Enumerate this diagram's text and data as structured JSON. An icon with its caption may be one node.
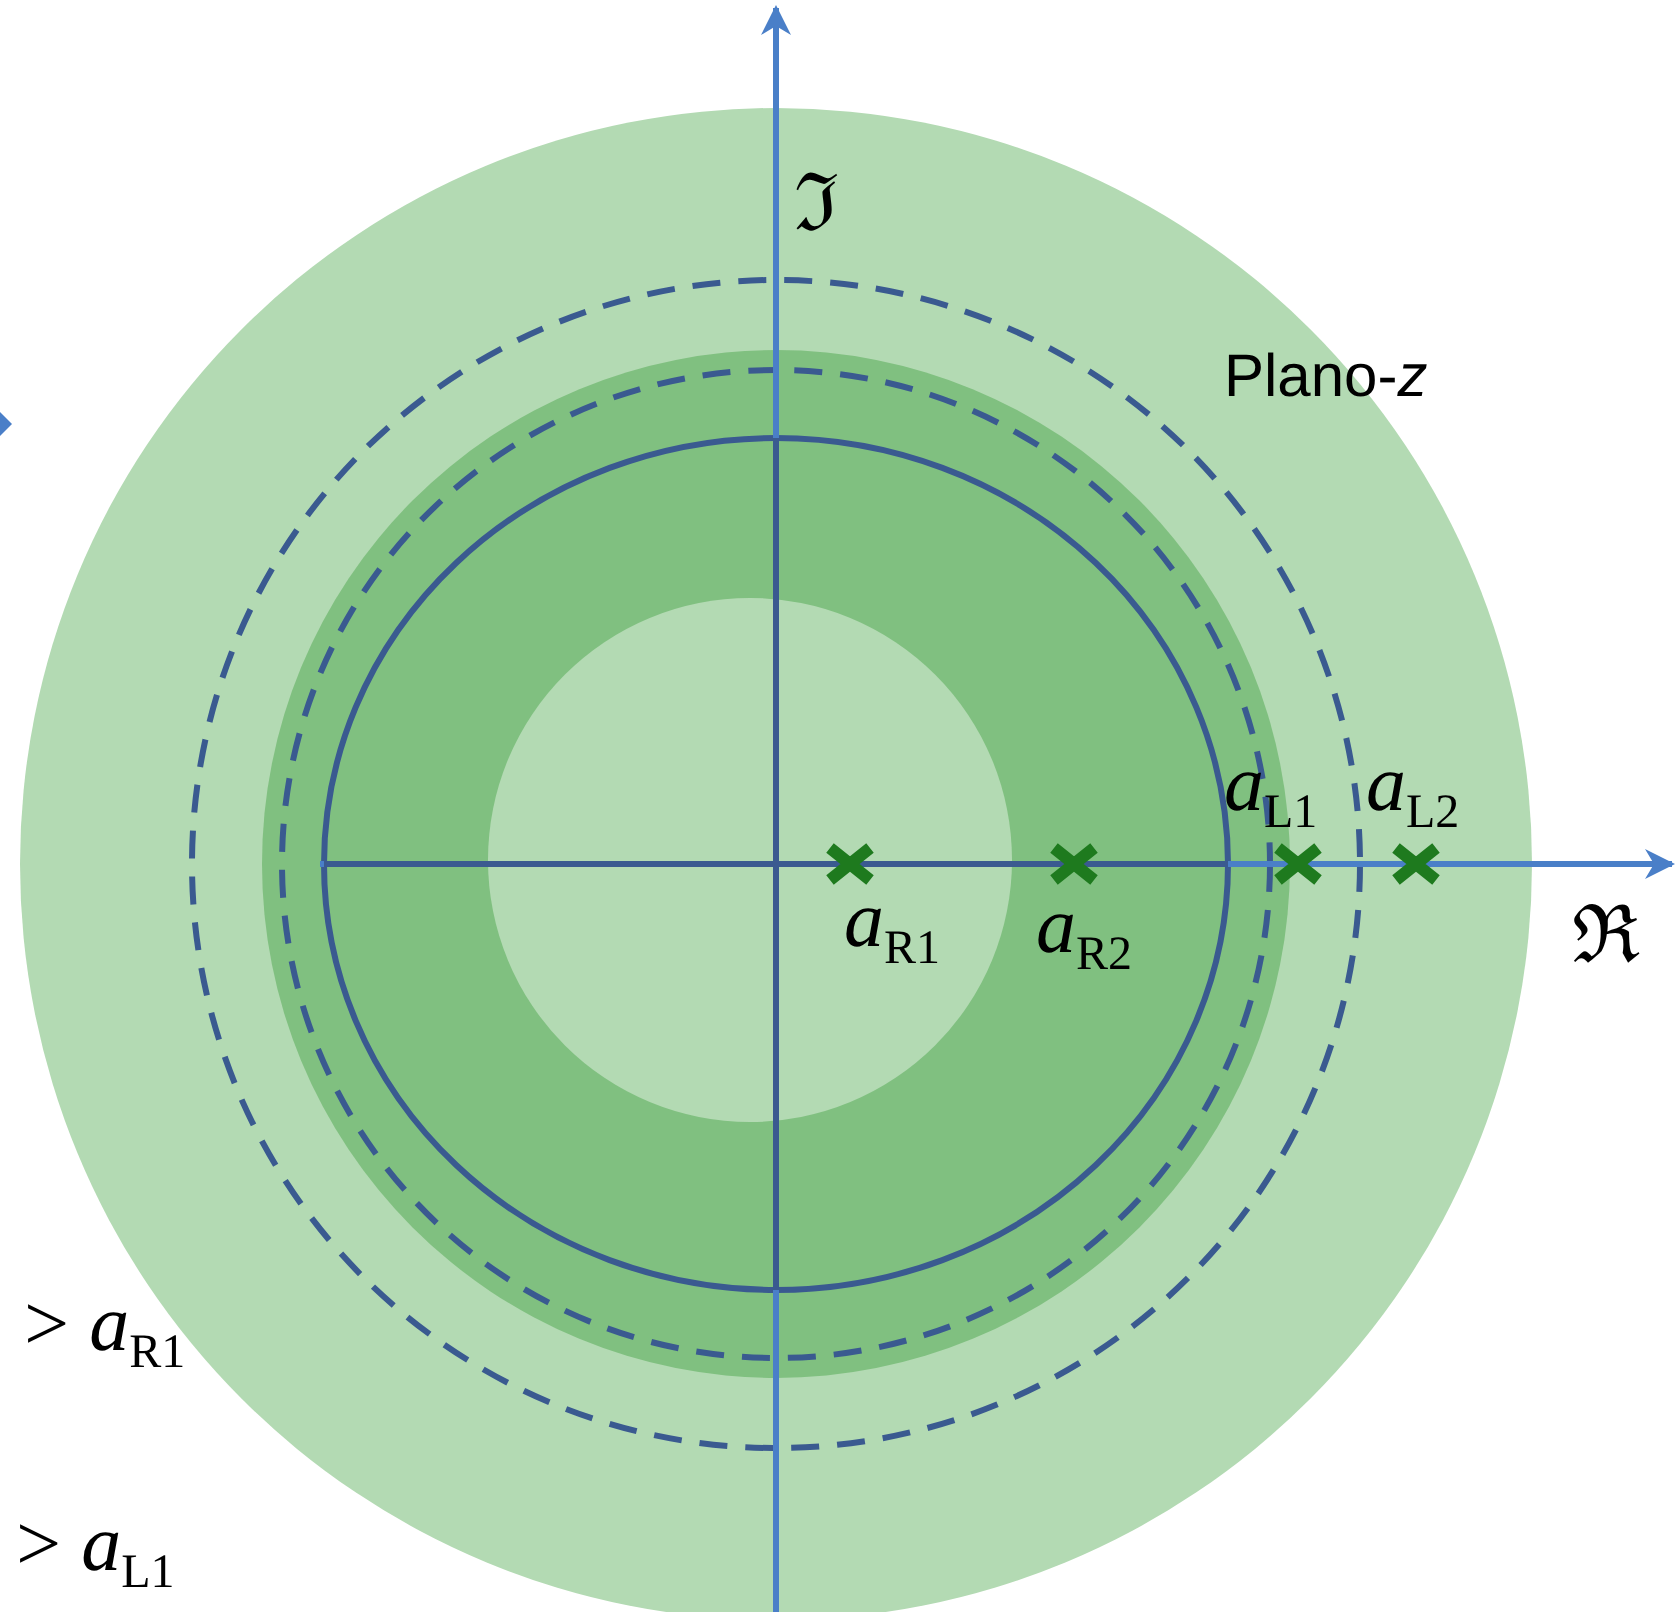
{
  "diagram": {
    "labels": [
      "ℑ",
      "Plano-*z*",
      "*a*$_{L1}$",
      "*a*$_{L2}$",
      "ℜ",
      "*a*$_{R1}$",
      "*a*$_{R2}$",
      "> *a*$_{R1}$",
      "> *a*$_{L1}$"
    ]
  }
}
